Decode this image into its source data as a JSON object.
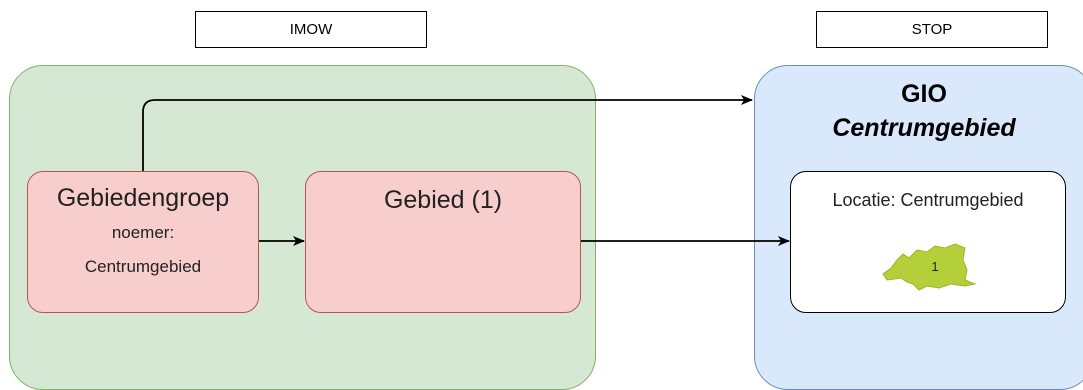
{
  "labels": {
    "imow": "IMOW",
    "stop": "STOP"
  },
  "gebiedengroep": {
    "title": "Gebiedengroep",
    "noemer_label": "noemer:",
    "noemer_value": "Centrumgebied"
  },
  "gebied": {
    "title": "Gebied (1)"
  },
  "gio": {
    "title": "GIO",
    "subtitle": "Centrumgebied"
  },
  "locatie": {
    "label": "Locatie: Centrumgebied",
    "shape_number": "1"
  },
  "colors": {
    "green_fill": "#d5e8d4",
    "green_stroke": "#82b366",
    "blue_fill": "#dae8fc",
    "blue_stroke": "#6c8ebf",
    "red_fill": "#f8cecc",
    "red_stroke": "#b85450",
    "shape_fill": "#b5cf3a"
  }
}
